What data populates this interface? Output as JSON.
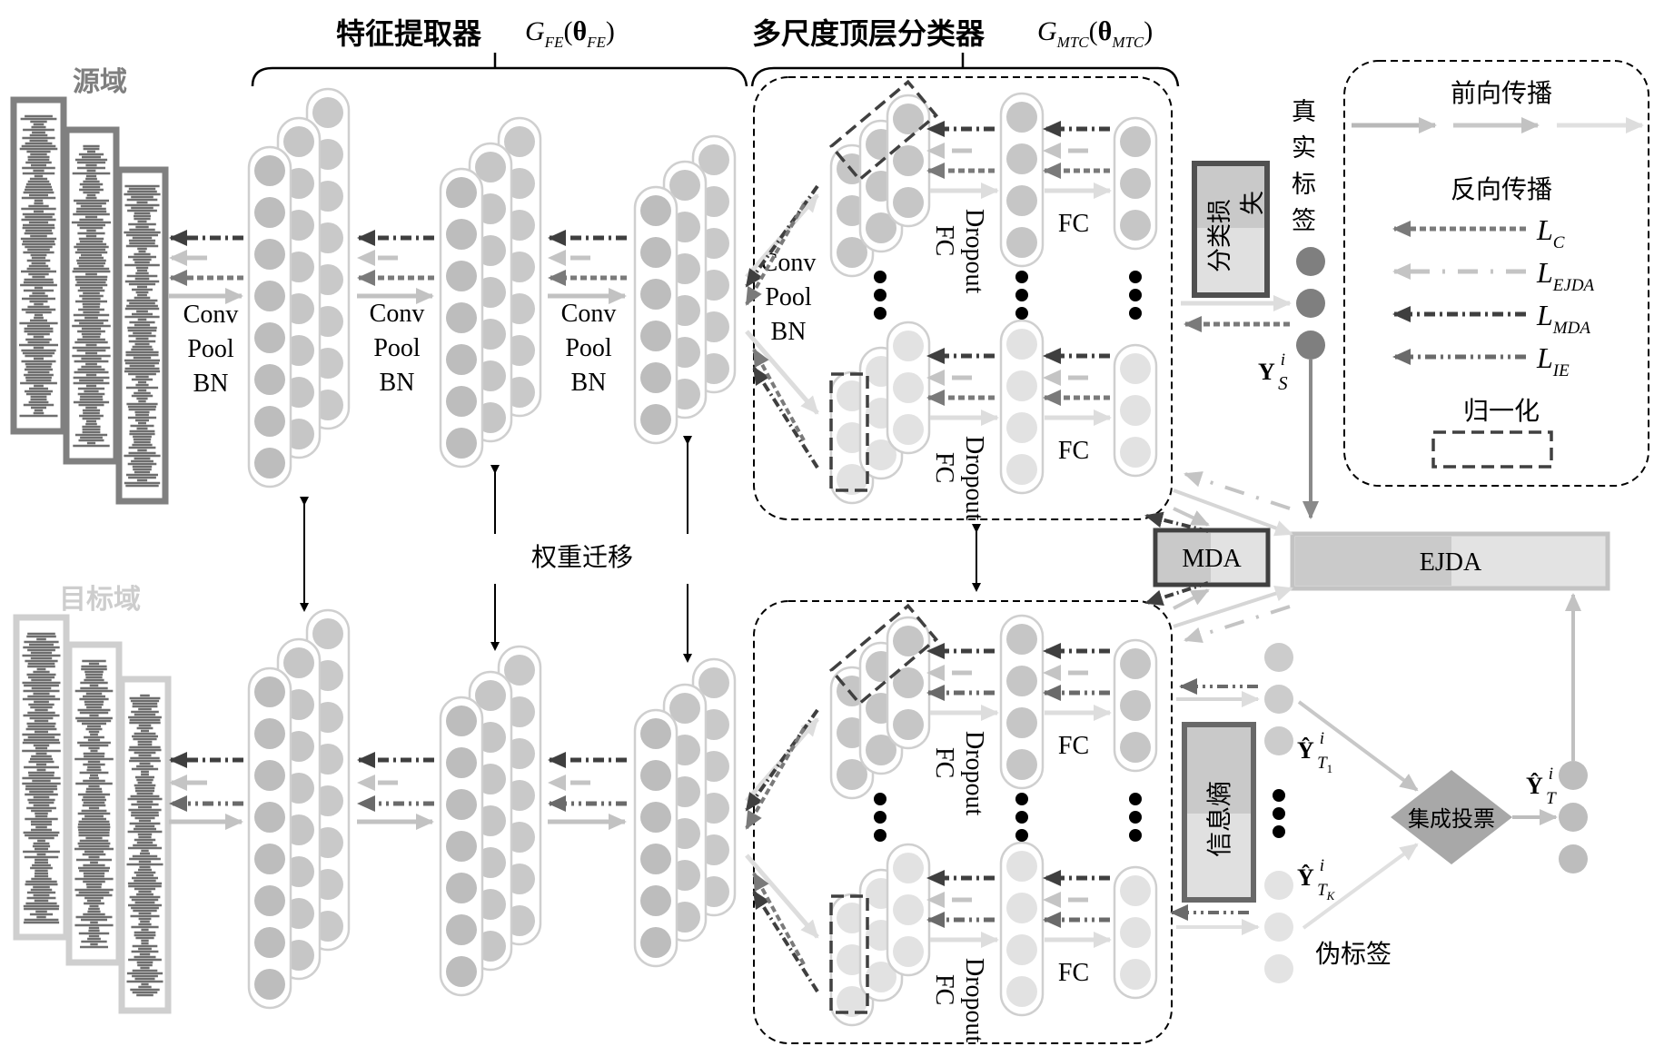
{
  "titles": {
    "feature_extractor": "特征提取器",
    "feature_extractor_symbol": "G",
    "feature_extractor_sub": "FE",
    "feature_extractor_param": "θ",
    "feature_extractor_param_sub": "FE",
    "classifier": "多尺度顶层分类器",
    "classifier_symbol": "G",
    "classifier_sub": "MTC",
    "classifier_param": "θ",
    "classifier_param_sub": "MTC"
  },
  "domains": {
    "source": "源域",
    "target": "目标域"
  },
  "layer_ops": {
    "line1": "Conv",
    "line2": "Pool",
    "line3": "BN"
  },
  "classifier_ops": {
    "dropout": "Dropout",
    "fc": "FC"
  },
  "weight_transfer": "权重迁移",
  "boxes": {
    "classification_loss": "分类损失",
    "classification_loss_col1": "分类损",
    "classification_loss_col2": "失",
    "info_entropy": "信息熵",
    "mda": "MDA",
    "ejda": "EJDA",
    "ensemble_vote": "集成投票"
  },
  "labels": {
    "true_label": "真实标签",
    "true_label_chars": [
      "真",
      "实",
      "标",
      "签"
    ],
    "pseudo_label": "伪标签",
    "y_source": "Y",
    "y_source_sup": "i",
    "y_source_sub": "S",
    "y_t1": "Ŷ",
    "y_t1_sup": "i",
    "y_t1_sub": "T",
    "y_t1_subsub": "1",
    "y_tk": "Ŷ",
    "y_tk_sup": "i",
    "y_tk_sub": "T",
    "y_tk_subsub": "K",
    "y_t": "Ŷ",
    "y_t_sup": "i",
    "y_t_sub": "T"
  },
  "legend": {
    "forward_title": "前向传播",
    "backward_title": "反向传播",
    "items": [
      {
        "symbol": "L",
        "sub": "C",
        "style": "dotted",
        "color": "#7a7a7a"
      },
      {
        "symbol": "L",
        "sub": "EJDA",
        "style": "dash-dot-sparse",
        "color": "#c4c4c4"
      },
      {
        "symbol": "L",
        "sub": "MDA",
        "style": "dash-dot",
        "color": "#3f3f3f"
      },
      {
        "symbol": "L",
        "sub": "IE",
        "style": "dash-dot-dot",
        "color": "#6a6a6a"
      }
    ],
    "normalization_title": "归一化"
  },
  "colors": {
    "node_dark": "#bdbdbd",
    "node_mid": "#c9c9c9",
    "node_light": "#e0e0e0",
    "outline": "#cfcfcf",
    "forward_dark": "#b8b8b8",
    "forward_mid": "#c8c8c8",
    "forward_light": "#e0e0e0",
    "source_frame": "#808080",
    "target_frame": "#cfcfcf",
    "signal": "#6e6e6e",
    "loss_box_border": "#505050",
    "ensemble": "#a8a8a8"
  }
}
